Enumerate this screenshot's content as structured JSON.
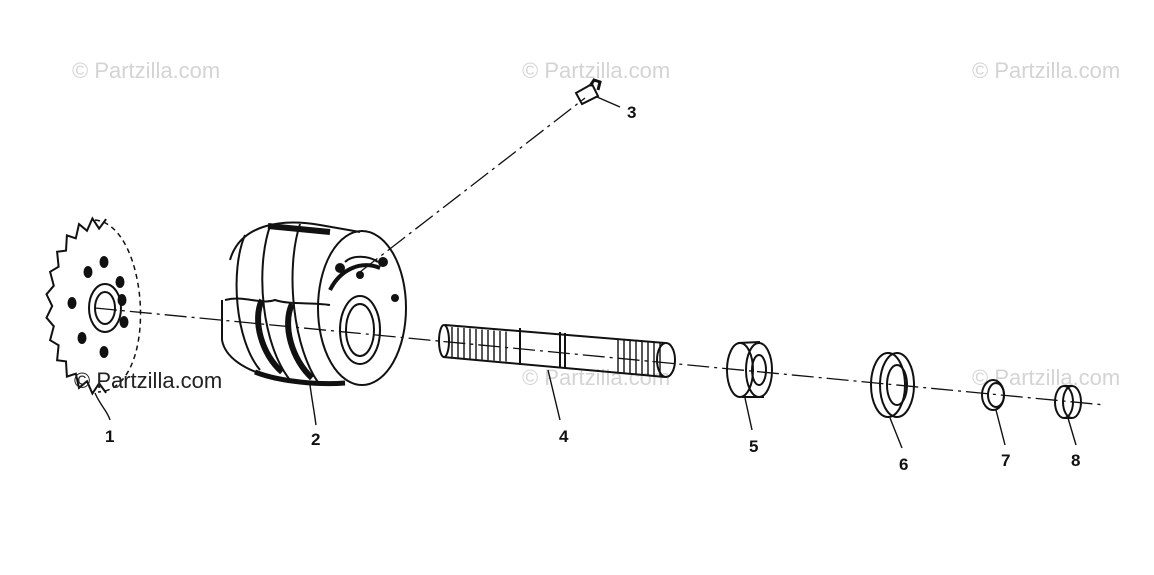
{
  "watermark": "© Partzilla.com",
  "callouts": {
    "p1": "1",
    "p2": "2",
    "p3": "3",
    "p4": "4",
    "p5": "5",
    "p6": "6",
    "p7": "7",
    "p8": "8"
  },
  "colors": {
    "ink": "#111111",
    "watermark": "#d4d4d4"
  }
}
